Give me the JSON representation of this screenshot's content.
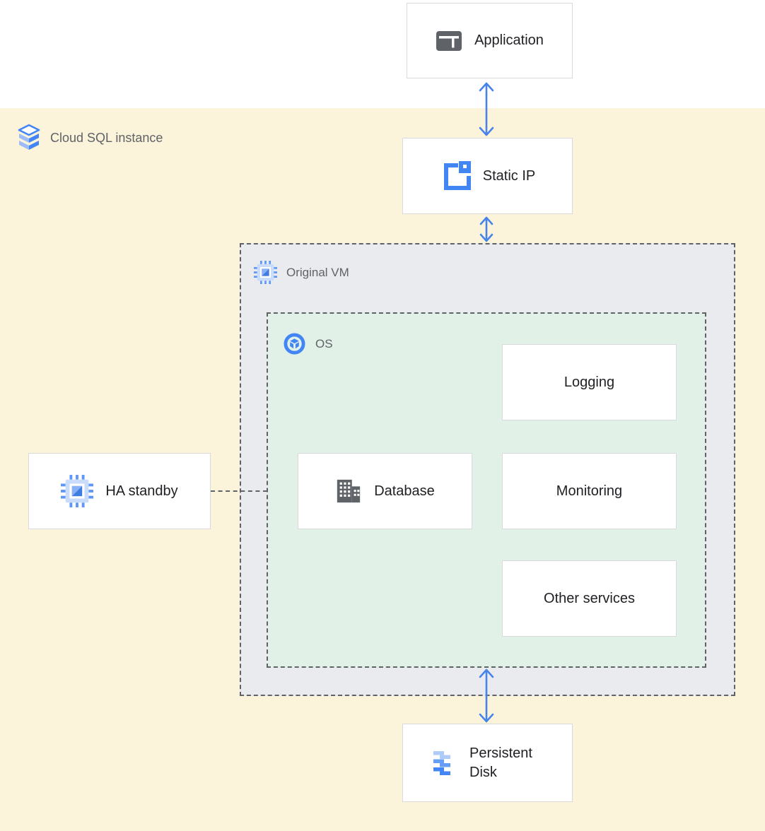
{
  "labels": {
    "region": "Cloud SQL instance",
    "vm": "Original VM",
    "os": "OS"
  },
  "nodes": {
    "application": "Application",
    "static_ip": "Static IP",
    "logging": "Logging",
    "database": "Database",
    "monitoring": "Monitoring",
    "other_services": "Other services",
    "ha_standby": "HA standby",
    "persistent_disk": "Persistent Disk"
  },
  "icons": {
    "region": "cloud-sql-icon",
    "vm": "compute-engine-icon",
    "os": "os-icon",
    "application": "app-window-icon",
    "static_ip": "external-ip-icon",
    "database": "database-building-icon",
    "ha_standby": "compute-engine-icon",
    "persistent_disk": "persistent-disk-icon"
  },
  "connectors": {
    "app_to_static_ip": "double-arrow",
    "static_ip_to_vm": "double-arrow",
    "os_to_persistent_disk": "double-arrow",
    "ha_standby_to_os": "dashed-line"
  },
  "colors": {
    "accent_blue": "#4285f4",
    "light_blue": "#c9dcfb",
    "region_yellow": "#fcf4da",
    "vm_gray": "#e9ebee",
    "os_green": "#e1f1e7",
    "box_border": "#d8dadd",
    "dashed_border": "#5f6368",
    "label_gray": "#5f6368",
    "text_dark": "#202124"
  }
}
